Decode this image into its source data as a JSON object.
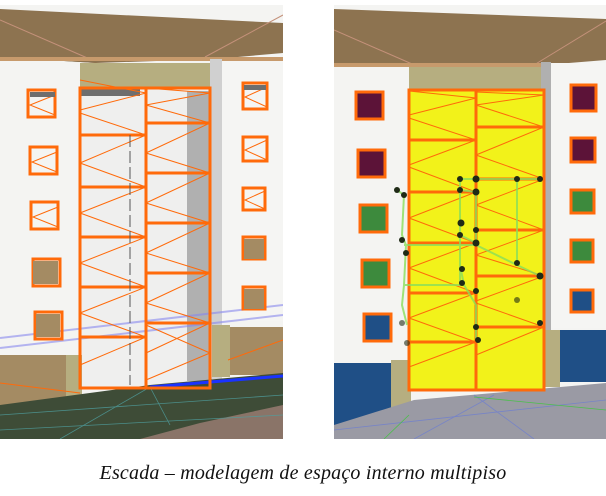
{
  "figures": [
    {
      "id": "left",
      "description": "3D model of building facade with orange wireframe stairwell outline",
      "colors": {
        "roof": "#8d7350",
        "roof_edge": "#c4917a",
        "wall": "#f3f3f1",
        "stair_wall": "#efefee",
        "outline": "#ff6a0a",
        "pillar": "#a9a9a9",
        "lintel": "#b6ae80",
        "ground": "#3e4c37",
        "path": "#8a7468",
        "base_wall": "#a48b63",
        "plane_line": "#8888ee"
      }
    },
    {
      "id": "right",
      "description": "Same model with stairwell volume filled yellow and green stair path nodes",
      "colors": {
        "roof": "#8d7350",
        "wall": "#f3f3f1",
        "stair_fill": "#f2f21a",
        "outline": "#ff6a0a",
        "window_purple": "#5c1338",
        "window_green": "#3d8a3d",
        "window_blue": "#1f4f86",
        "base_wall": "#1f4f86",
        "ground": "#9a9aa4",
        "node": "#1f2a16",
        "path_line": "#8adf5a"
      }
    }
  ],
  "caption": "Escada – modelagem de espaço interno multipiso"
}
